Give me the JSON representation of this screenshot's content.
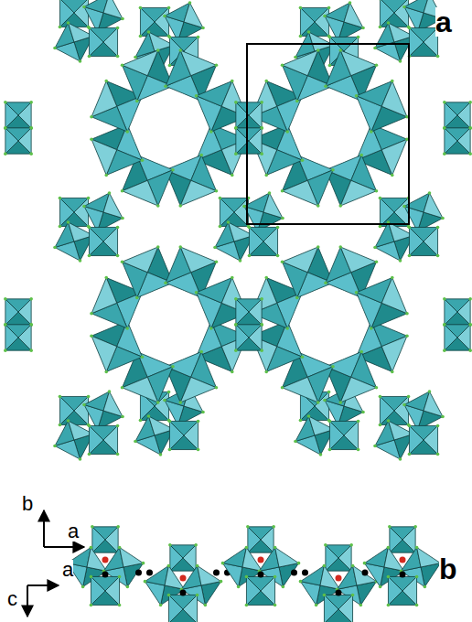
{
  "diagram": {
    "labels": [
      "a",
      "b",
      "a",
      "b",
      "a",
      "c"
    ]
  }
}
